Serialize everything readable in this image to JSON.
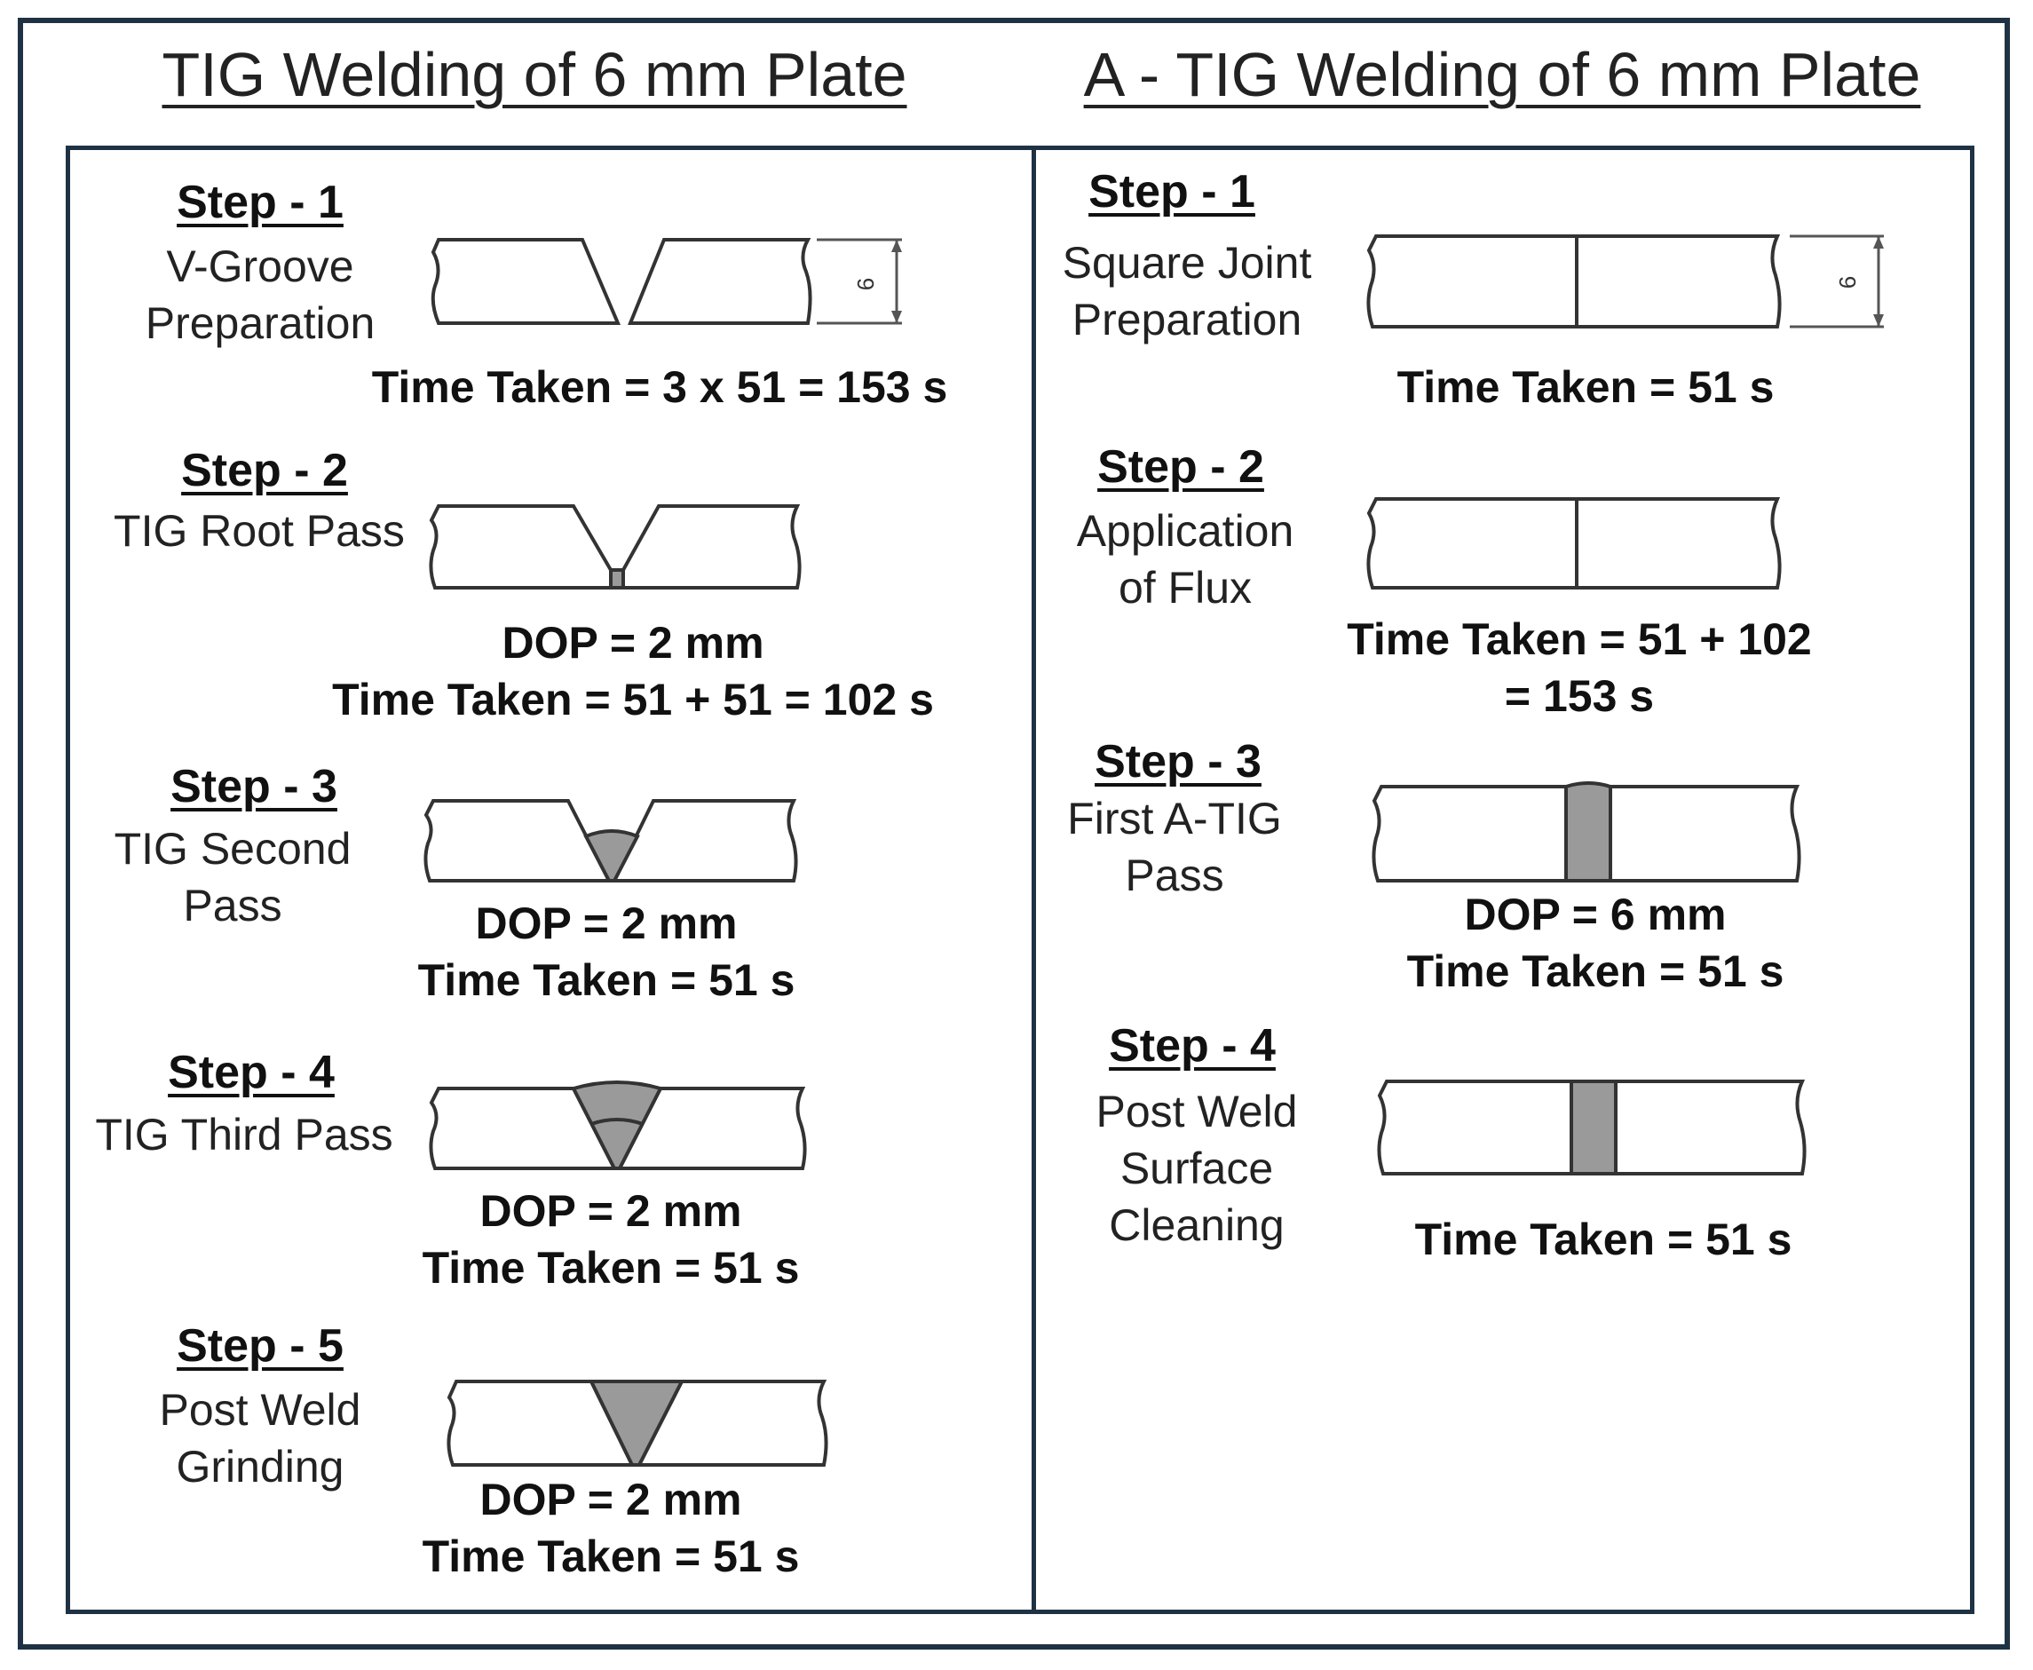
{
  "left_title": "TIG Welding of 6 mm Plate",
  "right_title": "A - TIG Welding of 6 mm Plate",
  "left_steps": [
    {
      "title": "Step - 1",
      "desc": [
        "V-Groove",
        "Preparation"
      ],
      "info": [
        "Time Taken = 3 x 51 = 153 s"
      ]
    },
    {
      "title": "Step - 2",
      "desc": [
        "TIG Root Pass"
      ],
      "info": [
        "DOP = 2 mm",
        "Time Taken = 51 + 51 = 102 s"
      ]
    },
    {
      "title": "Step - 3",
      "desc": [
        "TIG Second",
        "Pass"
      ],
      "info": [
        "DOP = 2 mm",
        "Time Taken = 51 s"
      ]
    },
    {
      "title": "Step - 4",
      "desc": [
        "TIG Third Pass"
      ],
      "info": [
        "DOP = 2 mm",
        "Time Taken = 51 s"
      ]
    },
    {
      "title": "Step - 5",
      "desc": [
        "Post Weld",
        "Grinding"
      ],
      "info": [
        "DOP = 2 mm",
        "Time Taken = 51 s"
      ]
    }
  ],
  "right_steps": [
    {
      "title": "Step - 1",
      "desc": [
        "Square Joint",
        "Preparation"
      ],
      "info": [
        "Time Taken = 51 s"
      ]
    },
    {
      "title": "Step - 2",
      "desc": [
        "Application",
        "of Flux"
      ],
      "info": [
        "Time Taken = 51 + 102",
        "= 153 s"
      ]
    },
    {
      "title": "Step - 3",
      "desc": [
        "First A-TIG",
        "Pass"
      ],
      "info": [
        "DOP = 6 mm",
        "Time Taken = 51 s"
      ]
    },
    {
      "title": "Step - 4",
      "desc": [
        "Post Weld",
        "Surface",
        "Cleaning"
      ],
      "info": [
        "Time Taken = 51 s"
      ]
    }
  ],
  "dimension_label": "6",
  "colors": {
    "frame": "#1f3244",
    "weld_fill": "#9a9a9a",
    "outline": "#333333"
  }
}
